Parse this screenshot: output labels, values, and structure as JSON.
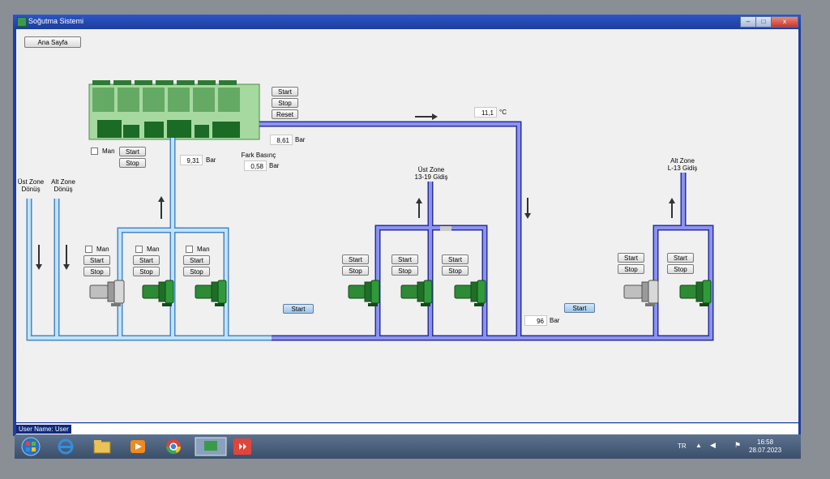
{
  "window": {
    "title": "Soğutma Sistemi",
    "min": "–",
    "max": "□",
    "close": "x"
  },
  "nav": {
    "home": "Ana Sayfa"
  },
  "chiller": {
    "start": "Start",
    "stop": "Stop",
    "reset": "Reset"
  },
  "chiller_pump": {
    "man": "Man",
    "start": "Start",
    "stop": "Stop"
  },
  "readings": {
    "supply_pressure": "8,61",
    "supply_pressure_unit": "Bar",
    "temperature": "11,1",
    "temperature_unit": "°C",
    "return_pressure": "9,31",
    "return_pressure_unit": "Bar",
    "diff_label": "Fark Basınç",
    "diff_pressure": "0,58",
    "diff_pressure_unit": "Bar",
    "line_pressure": "96",
    "line_pressure_unit": "Bar"
  },
  "labels": {
    "ust_zone_donus": [
      "Üst Zone",
      "Dönüş"
    ],
    "alt_zone_donus": [
      "Alt Zone",
      "Dönüş"
    ],
    "ust_zone_gidis": [
      "Üst Zone",
      "13-19 Gidiş"
    ],
    "alt_zone_gidis": [
      "Alt Zone",
      "L-13 Gidiş"
    ]
  },
  "pumps_group1": [
    {
      "man": "Man",
      "start": "Start",
      "stop": "Stop"
    },
    {
      "man": "Man",
      "start": "Start",
      "stop": "Stop"
    },
    {
      "man": "Man",
      "start": "Start",
      "stop": "Stop"
    }
  ],
  "group1_start": "Start",
  "pumps_group2": [
    {
      "start": "Start",
      "stop": "Stop"
    },
    {
      "start": "Start",
      "stop": "Stop"
    },
    {
      "start": "Start",
      "stop": "Stop"
    }
  ],
  "group2_start": "Start",
  "pumps_group3": [
    {
      "start": "Start",
      "stop": "Stop"
    },
    {
      "start": "Start",
      "stop": "Stop"
    }
  ],
  "status": {
    "user": "User Name: User"
  },
  "taskbar": {
    "lang": "TR",
    "time": "16:58",
    "date": "28.07.2023"
  },
  "colors": {
    "pipe_light": "#a9d3ef",
    "pipe_blue": "#4f57d8",
    "pump_green": "#1f7a2a",
    "chiller_green": "#9fd49a"
  }
}
